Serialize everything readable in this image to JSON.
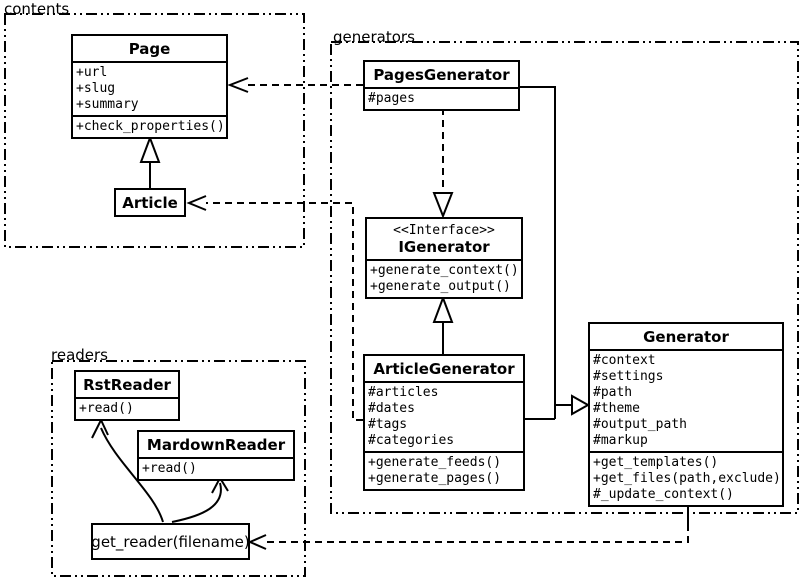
{
  "packages": {
    "contents": {
      "label": "contents"
    },
    "generators": {
      "label": "generators"
    },
    "readers": {
      "label": "readers"
    }
  },
  "classes": {
    "page": {
      "name": "Page",
      "attrs": [
        "+url",
        "+slug",
        "+summary"
      ],
      "methods": [
        "+check_properties()"
      ]
    },
    "article": {
      "name": "Article"
    },
    "pages_generator": {
      "name": "PagesGenerator",
      "attrs": [
        "#pages"
      ]
    },
    "igenerator": {
      "stereotype": "<<Interface>>",
      "name": "IGenerator",
      "methods": [
        "+generate_context()",
        "+generate_output()"
      ]
    },
    "article_generator": {
      "name": "ArticleGenerator",
      "attrs": [
        "#articles",
        "#dates",
        "#tags",
        "#categories"
      ],
      "methods": [
        "+generate_feeds()",
        "+generate_pages()"
      ]
    },
    "generator": {
      "name": "Generator",
      "attrs": [
        "#context",
        "#settings",
        "#path",
        "#theme",
        "#output_path",
        "#markup"
      ],
      "methods": [
        "+get_templates()",
        "+get_files(path,exclude)",
        "#_update_context()"
      ]
    },
    "rst_reader": {
      "name": "RstReader",
      "methods": [
        "+read()"
      ]
    },
    "mardown_reader": {
      "name": "MardownReader",
      "methods": [
        "+read()"
      ]
    },
    "get_reader": {
      "label": "get_reader(filename)"
    }
  },
  "relations": [
    {
      "type": "inheritance",
      "from": "Article",
      "to": "Page"
    },
    {
      "type": "inheritance",
      "from": "ArticleGenerator",
      "to": "IGenerator"
    },
    {
      "type": "inheritance",
      "from": "PagesGenerator",
      "to": "Generator"
    },
    {
      "type": "inheritance",
      "from": "ArticleGenerator",
      "to": "Generator"
    },
    {
      "type": "dependency",
      "from": "PagesGenerator",
      "to": "IGenerator"
    },
    {
      "type": "dependency",
      "from": "PagesGenerator",
      "to": "Page"
    },
    {
      "type": "dependency",
      "from": "ArticleGenerator",
      "to": "Article"
    },
    {
      "type": "dependency",
      "from": "Generator",
      "to": "get_reader(filename)"
    },
    {
      "type": "uses",
      "from": "get_reader(filename)",
      "to": "RstReader"
    },
    {
      "type": "uses",
      "from": "get_reader(filename)",
      "to": "MardownReader"
    }
  ],
  "colors": {
    "line": "#000000",
    "background": "#ffffff"
  }
}
